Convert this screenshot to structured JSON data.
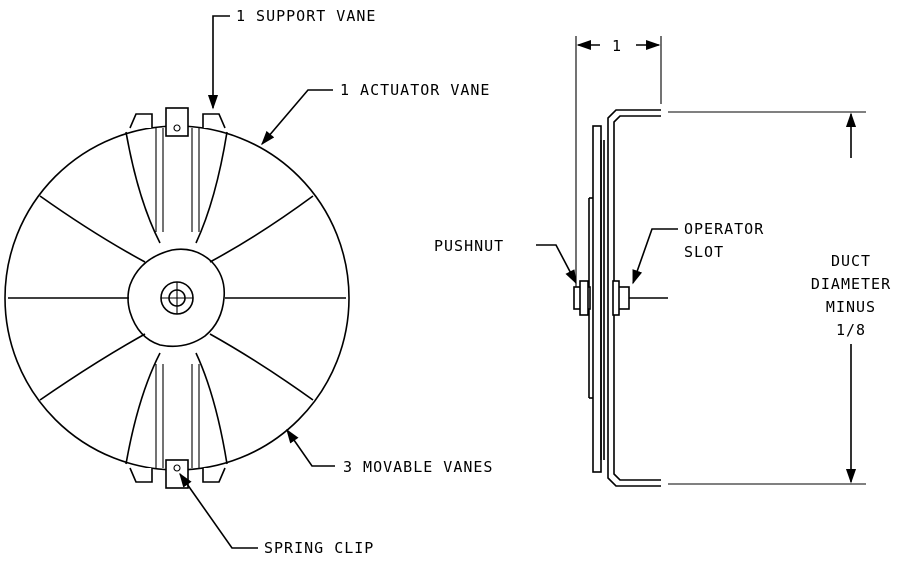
{
  "labels": {
    "support_vane": "1 SUPPORT VANE",
    "actuator_vane": "1 ACTUATOR VANE",
    "movable_vanes": "3 MOVABLE VANES",
    "spring_clip": "SPRING CLIP",
    "pushnut": "PUSHNUT",
    "operator_slot_1": "OPERATOR",
    "operator_slot_2": "SLOT",
    "duct_1": "DUCT",
    "duct_2": "DIAMETER",
    "duct_3": "MINUS",
    "duct_4": "1/8",
    "dim_1": "1"
  }
}
